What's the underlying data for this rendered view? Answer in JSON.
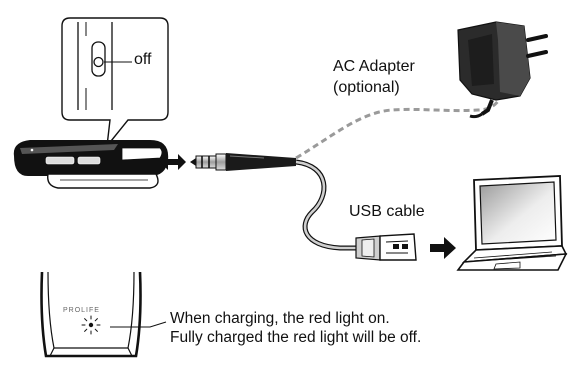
{
  "labels": {
    "switch_state": "off",
    "ac_adapter_line1": "AC Adapter",
    "ac_adapter_line2": "(optional)",
    "usb_cable": "USB cable",
    "brand": "PROLIFE",
    "charging_note_line1": "When charging, the red light on.",
    "charging_note_line2": "Fully charged the red light will be off."
  },
  "icons": [
    "power-switch-icon",
    "ac-adapter-icon",
    "laptop-icon",
    "usb-plug-icon",
    "audio-jack-icon",
    "arrow-icon",
    "red-light-icon"
  ]
}
